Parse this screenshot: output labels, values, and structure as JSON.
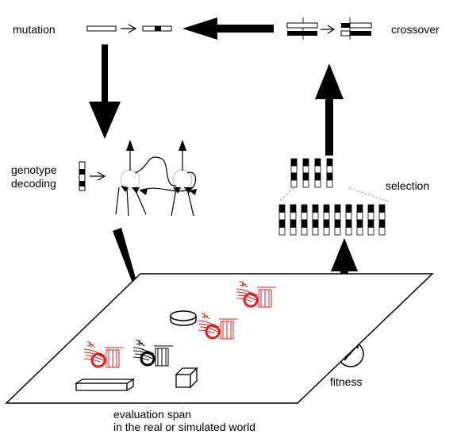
{
  "labels": {
    "mutation": "mutation",
    "crossover": "crossover",
    "genotype_line1": "genotype",
    "genotype_line2": "decoding",
    "selection": "selection",
    "fitness": "fitness",
    "evaluation_line1": "evaluation span",
    "evaluation_line2": "in the real or simulated world"
  },
  "colors": {
    "ink": "#000000",
    "robot_red": "#e02020",
    "gene_dark": "#000000",
    "gene_light": "#ffffff"
  },
  "icons": {
    "flow_arrow": "thick-block-arrow",
    "op_arrow": "thin-open-arrow",
    "gauge": "fitness-gauge",
    "robot": "khepera-robot-with-cables"
  }
}
